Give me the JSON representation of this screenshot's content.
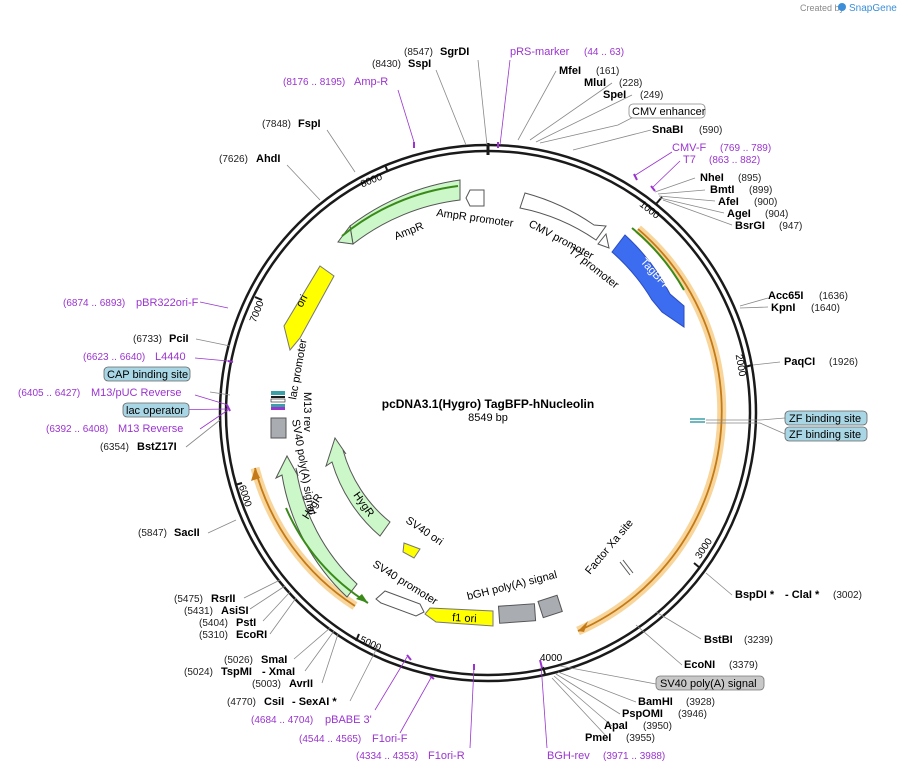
{
  "header": {
    "credit_prefix": "Created by",
    "brand": "SnapGene"
  },
  "map": {
    "title": "pcDNA3.1(Hygro) TagBFP-hNucleolin",
    "length_label": "8549 bp"
  },
  "ticks": [
    "1000",
    "2000",
    "3000",
    "4000",
    "5000",
    "6000",
    "7000",
    "8000"
  ],
  "sites": {
    "sgrdi": {
      "name": "SgrDI",
      "pos": "(8547)"
    },
    "sspi": {
      "name": "SspI",
      "pos": "(8430)"
    },
    "fspi": {
      "name": "FspI",
      "pos": "(7848)"
    },
    "ahdi": {
      "name": "AhdI",
      "pos": "(7626)"
    },
    "pcii": {
      "name": "PciI",
      "pos": "(6733)"
    },
    "bstz17i": {
      "name": "BstZ17I",
      "pos": "(6354)"
    },
    "sacii": {
      "name": "SacII",
      "pos": "(5847)"
    },
    "rsrii": {
      "name": "RsrII",
      "pos": "(5475)"
    },
    "asisi": {
      "name": "AsiSI",
      "pos": "(5431)"
    },
    "psti": {
      "name": "PstI",
      "pos": "(5404)"
    },
    "ecori": {
      "name": "EcoRI",
      "pos": "(5310)"
    },
    "smai": {
      "name": "SmaI",
      "pos": "(5026)"
    },
    "tspmi": {
      "name": "TspMI",
      "sep": "- XmaI",
      "pos": "(5024)"
    },
    "avrii": {
      "name": "AvrII",
      "pos": "(5003)"
    },
    "csii": {
      "name": "CsiI",
      "sep": "- SexAI *",
      "pos": "(4770)"
    },
    "mfei": {
      "name": "MfeI",
      "pos": "(161)"
    },
    "mlui": {
      "name": "MluI",
      "pos": "(228)"
    },
    "spei": {
      "name": "SpeI",
      "pos": "(249)"
    },
    "snabi": {
      "name": "SnaBI",
      "pos": "(590)"
    },
    "nhei": {
      "name": "NheI",
      "pos": "(895)"
    },
    "bmti": {
      "name": "BmtI",
      "pos": "(899)"
    },
    "afei": {
      "name": "AfeI",
      "pos": "(900)"
    },
    "agei": {
      "name": "AgeI",
      "pos": "(904)"
    },
    "bsrgi": {
      "name": "BsrGI",
      "pos": "(947)"
    },
    "acc65i": {
      "name": "Acc65I",
      "pos": "(1636)"
    },
    "kpni": {
      "name": "KpnI",
      "pos": "(1640)"
    },
    "paqci": {
      "name": "PaqCI",
      "pos": "(1926)"
    },
    "bspdi": {
      "name": "BspDI *",
      "sep": "- ClaI *",
      "pos": "(3002)"
    },
    "bstbi": {
      "name": "BstBI",
      "pos": "(3239)"
    },
    "econi": {
      "name": "EcoNI",
      "pos": "(3379)"
    },
    "bamhi": {
      "name": "BamHI",
      "pos": "(3928)"
    },
    "pspomi": {
      "name": "PspOMI",
      "pos": "(3946)"
    },
    "apai": {
      "name": "ApaI",
      "pos": "(3950)"
    },
    "pmei": {
      "name": "PmeI",
      "pos": "(3955)"
    }
  },
  "primers": {
    "prs_marker": {
      "name": "pRS-marker",
      "pos": "(44 .. 63)"
    },
    "amp_r": {
      "name": "Amp-R",
      "pos": "(8176 .. 8195)"
    },
    "cmv_f": {
      "name": "CMV-F",
      "pos": "(769 .. 789)"
    },
    "t7": {
      "name": "T7",
      "pos": "(863 .. 882)"
    },
    "pbr322ori_f": {
      "name": "pBR322ori-F",
      "pos": "(6874 .. 6893)"
    },
    "l4440": {
      "name": "L4440",
      "pos": "(6623 .. 6640)"
    },
    "m13_puc_reverse": {
      "name": "M13/pUC Reverse",
      "pos": "(6405 .. 6427)"
    },
    "m13_reverse": {
      "name": "M13 Reverse",
      "pos": "(6392 .. 6408)"
    },
    "pbabe3": {
      "name": "pBABE 3'",
      "pos": "(4684 .. 4704)"
    },
    "f1ori_f": {
      "name": "F1ori-F",
      "pos": "(4544 .. 4565)"
    },
    "f1ori_r": {
      "name": "F1ori-R",
      "pos": "(4334 .. 4353)"
    },
    "bgh_rev": {
      "name": "BGH-rev",
      "pos": "(3971 .. 3988)"
    }
  },
  "boxed": {
    "cmv_enhancer": "CMV enhancer",
    "cap_binding_site": "CAP binding site",
    "lac_operator": "lac operator",
    "zf_binding_site_1": "ZF binding site",
    "zf_binding_site_2": "ZF binding site",
    "sv40_polya_signal": "SV40 poly(A) signal"
  },
  "features": {
    "ampr": "AmpR",
    "ampr_promoter": "AmpR promoter",
    "cmv_promoter": "CMV promoter",
    "t7_promoter": "T7 promoter",
    "tagbfp": "TagBFP",
    "ori": "ori",
    "lac_promoter": "lac promoter",
    "m13_rev": "M13 rev",
    "sv40_polya_signal_inner": "SV40 poly(A) signal",
    "hygr_1": "HygR",
    "hygr_2": "HygR",
    "sv40_ori": "SV40 ori",
    "sv40_promoter": "SV40 promoter",
    "f1_ori": "f1 ori",
    "bgh_polya_signal": "bGH poly(A) signal",
    "factor_xa_site": "Factor Xa site"
  },
  "colors": {
    "backbone": "#1a1a1a",
    "primer": "#9b34cf",
    "ampr": "#ccf7c8",
    "tagbfp": "#3c6cf0",
    "ori": "#ffff00",
    "promoter": "#ffffff",
    "polya": "#a9acb1",
    "orf_glow": "#f6c77a",
    "orf_line": "#c47a16",
    "green_line": "#3a8a1a",
    "boxed_blue": "#a9d6e5",
    "boxed_grey": "#c8c8c8"
  }
}
